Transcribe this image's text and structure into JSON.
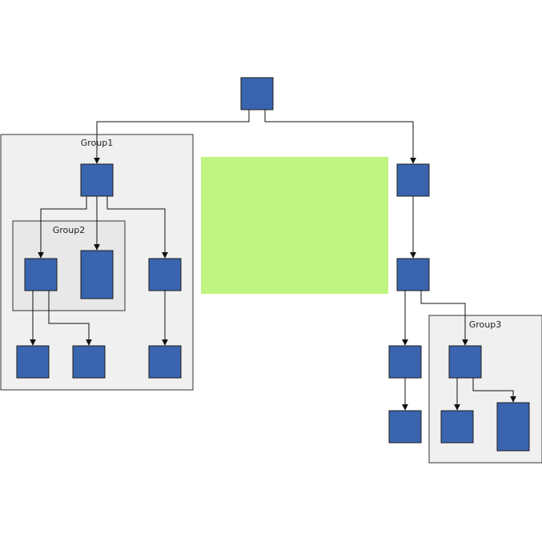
{
  "colors": {
    "node_fill": "#3a65ae",
    "node_stroke": "#1c1c1c",
    "group_fill": "#f0f0f0",
    "inner_group_fill": "#e8e8e8",
    "group_stroke": "#333333",
    "placeholder_fill": "#bef480",
    "edge": "#111111"
  },
  "groups": {
    "group1": {
      "label": "Group1"
    },
    "group2": {
      "label": "Group2"
    },
    "group3": {
      "label": "Group3"
    }
  }
}
